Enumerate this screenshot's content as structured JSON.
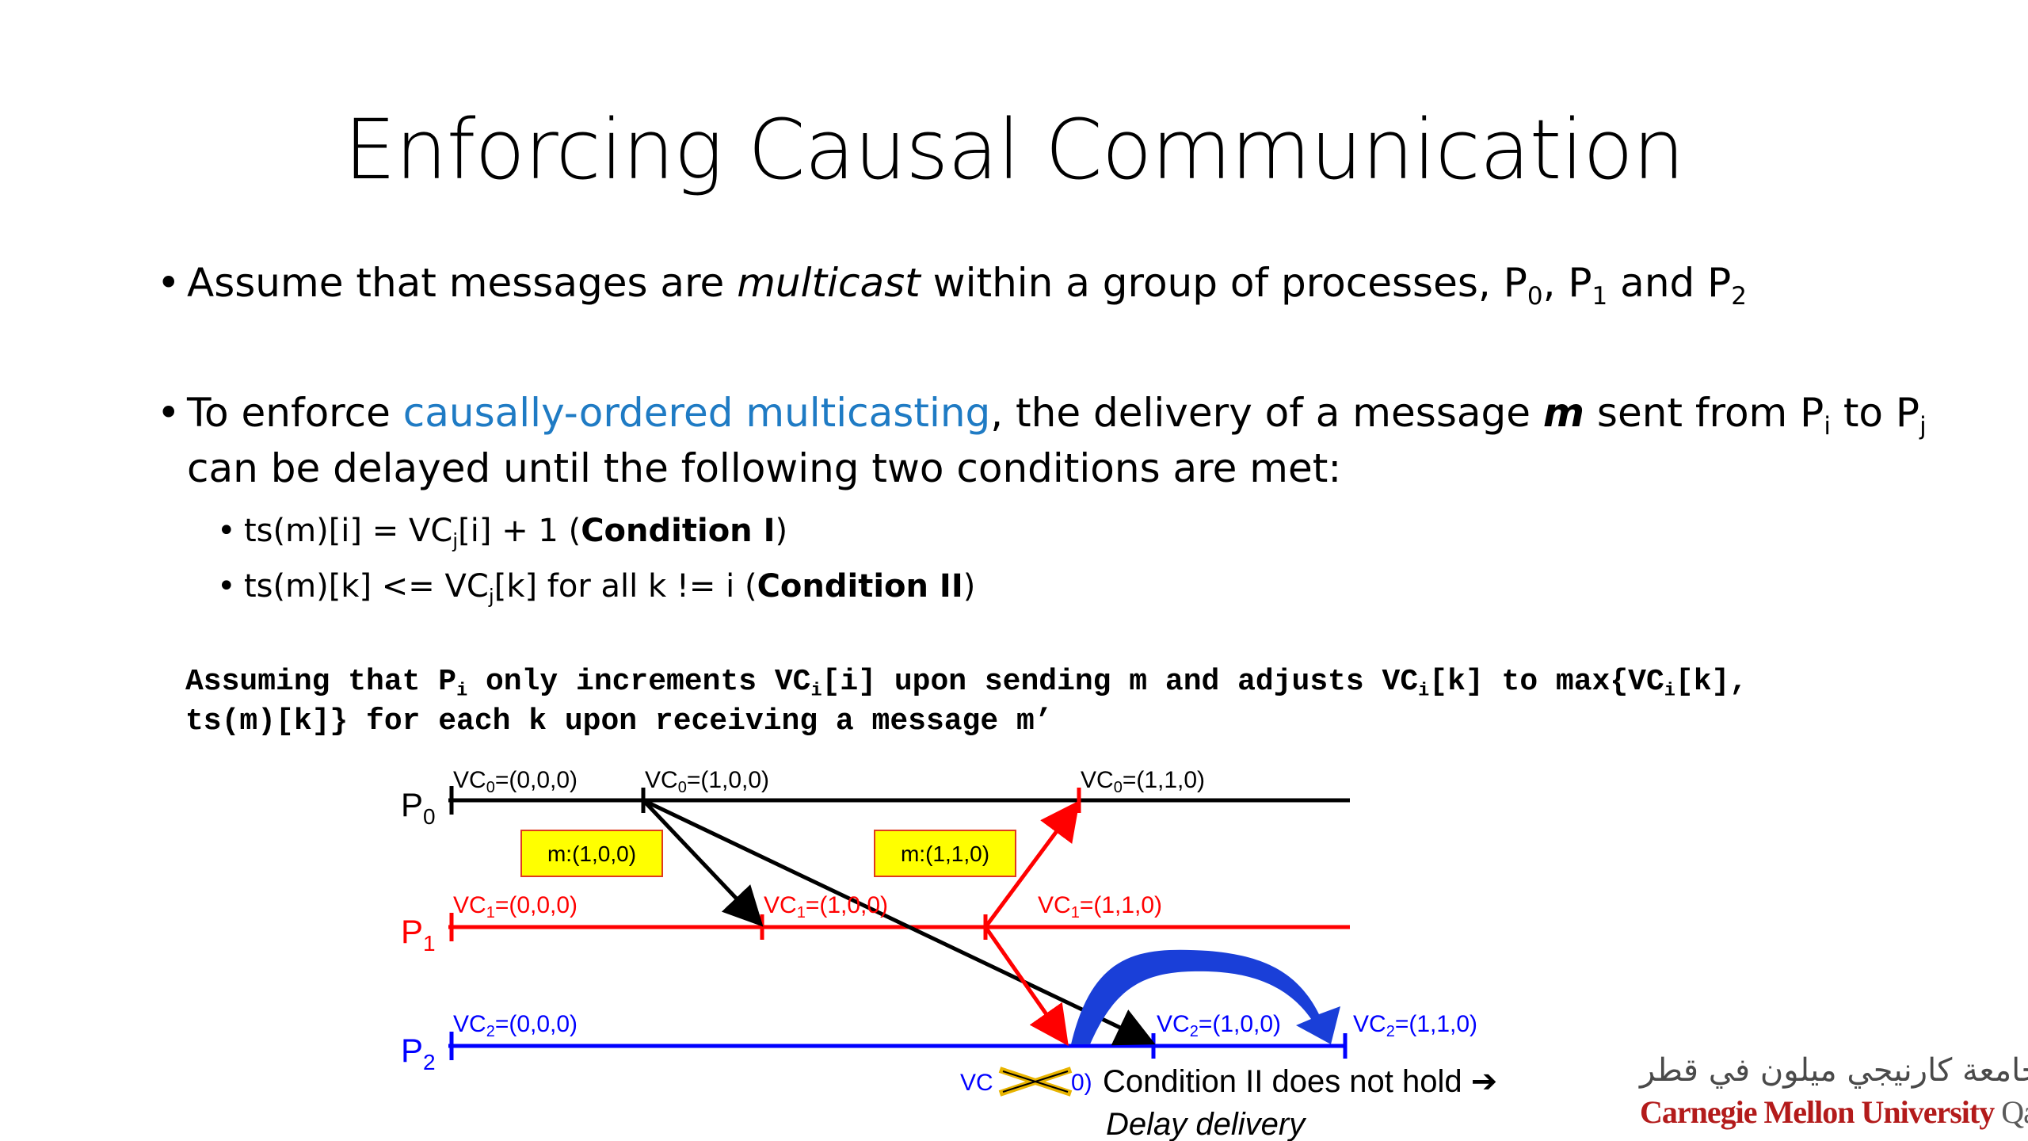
{
  "title": "Enforcing Causal Communication",
  "bullets": {
    "b1": {
      "pre": "Assume that messages are ",
      "em": "multicast",
      "post": " within a group of processes, P",
      "s0": "0",
      "c1": ", P",
      "s1": "1",
      "c2": " and P",
      "s2": "2"
    },
    "b2": {
      "pre": "To enforce ",
      "link": "causally-ordered multicasting",
      "mid": ", the delivery of a message ",
      "m": "m",
      "mid2": " sent from P",
      "si": "i",
      "to": " to P",
      "sj": "j",
      "line2": "can be delayed until the following two conditions are met:"
    },
    "c1": {
      "pre": "ts(m)[i] = VC",
      "sub": "j",
      "post": "[i] + 1 (",
      "bold": "Condition I",
      "end": ")"
    },
    "c2": {
      "pre": "ts(m)[k] <= VC",
      "sub": "j",
      "post": "[k] for all k != i (",
      "bold": "Condition II",
      "end": ")"
    }
  },
  "assumption": {
    "l1a": "Assuming that P",
    "l1s": "i",
    "l1b": " only increments VC",
    "l1s2": "i",
    "l1c": "[i] upon sending m and adjusts VC",
    "l1s3": "i",
    "l1d": "[k] to max{VC",
    "l1s4": "i",
    "l1e": "[k],",
    "l2": "ts(m)[k]} for each k upon receiving a message m’"
  },
  "diagram": {
    "processes": [
      {
        "name": "P",
        "sub": "0",
        "color": "#000000"
      },
      {
        "name": "P",
        "sub": "1",
        "color": "#ff0000"
      },
      {
        "name": "P",
        "sub": "2",
        "color": "#0000ff"
      }
    ],
    "labels": {
      "p0_a": "VC",
      "p0_a_s": "0",
      "p0_a_v": "=(0,0,0)",
      "p0_b": "VC",
      "p0_b_s": "0",
      "p0_b_v": "=(1,0,0)",
      "p0_c": "VC",
      "p0_c_s": "0",
      "p0_c_v": "=(1,1,0)",
      "p1_a": "VC",
      "p1_a_s": "1",
      "p1_a_v": "=(0,0,0)",
      "p1_b": "VC",
      "p1_b_s": "1",
      "p1_b_v": "=(1,0,0)",
      "p1_c": "VC",
      "p1_c_s": "1",
      "p1_c_v": "=(1,1,0)",
      "p2_a": "VC",
      "p2_a_s": "2",
      "p2_a_v": "=(0,0,0)",
      "p2_b": "VC",
      "p2_b_s": "2",
      "p2_b_v": "=(1,0,0)",
      "p2_c": "VC",
      "p2_c_s": "2",
      "p2_c_v": "=(1,1,0)",
      "p2_x_pre": "VC",
      "p2_x_post": "0)"
    },
    "messages": [
      {
        "label": "m:(1,0,0)"
      },
      {
        "label": "m:(1,1,0)"
      }
    ],
    "note": {
      "text": "Condition II does not hold",
      "arrow": "➔",
      "sub": "Delay delivery"
    },
    "colors": {
      "p0": "#000000",
      "p1": "#ff0000",
      "p2": "#0000ff",
      "box_fill": "#ffff00",
      "box_stroke": "#e03a1e",
      "curve": "#1a3fd8",
      "cross": "#e8b400"
    }
  },
  "logo": {
    "arabic": "جامعة كارنيجي ميلون في قطر",
    "red": "Carnegie Mellon University",
    "grey": " Qatar"
  }
}
